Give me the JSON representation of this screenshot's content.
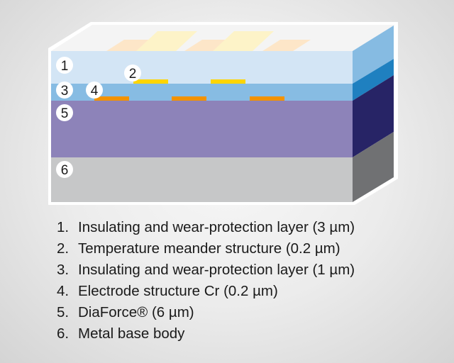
{
  "diagram": {
    "markers": [
      "1",
      "2",
      "3",
      "4",
      "5",
      "6"
    ],
    "colors": {
      "layer1": "#d3e5f5",
      "layer3": "#87bce3",
      "layer5": "#8d83b9",
      "layer6": "#c6c7c8",
      "side1": "#86bbe2",
      "side3": "#1f80c0",
      "side5": "#272466",
      "side6": "#707173",
      "meander": "#ffd500",
      "electrode": "#f39200"
    }
  },
  "legend": [
    {
      "num": "1.",
      "text": "Insulating and wear-protection layer (3 µm)"
    },
    {
      "num": "2.",
      "text": "Temperature meander structure (0.2 µm)"
    },
    {
      "num": "3.",
      "text": "Insulating and wear-protection layer (1 µm)"
    },
    {
      "num": "4.",
      "text": "Electrode structure Cr (0.2 µm)"
    },
    {
      "num": "5.",
      "text": "DiaForce® (6 µm)"
    },
    {
      "num": "6.",
      "text": "Metal base body"
    }
  ]
}
